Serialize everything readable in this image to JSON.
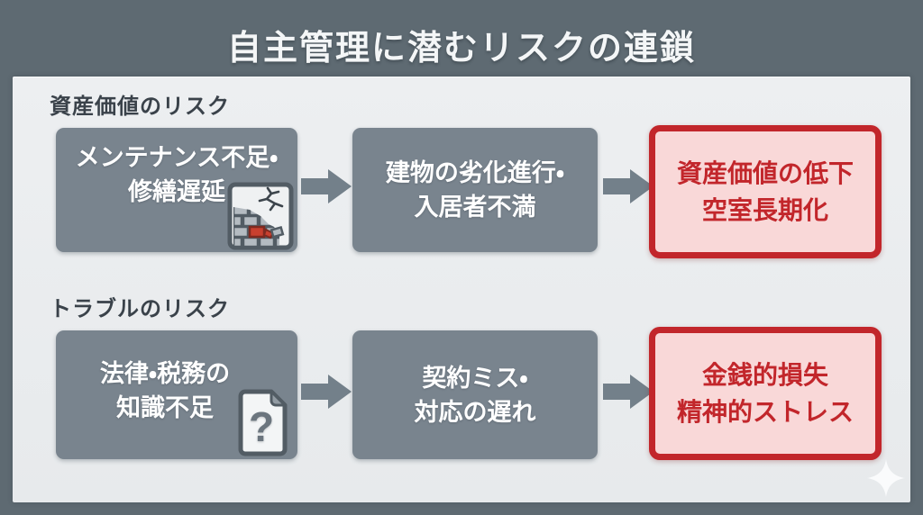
{
  "title": "自主管理に潜むリスクの連鎖",
  "colors": {
    "background": "#5e6a72",
    "panel": "#e9ebed",
    "box_fill": "#79848e",
    "box_text": "#ffffff",
    "header_text": "#3a424a",
    "alert_fill": "#f9d8d8",
    "alert_border": "#c2262b",
    "alert_text": "#c2262b",
    "arrow": "#73808a"
  },
  "sections": [
    {
      "header": "資産価値のリスク",
      "flow": [
        {
          "line1": "メンテナンス不足・",
          "line2": "修繕遅延",
          "icon": "cracked-wall-icon"
        },
        {
          "line1": "建物の劣化進行・",
          "line2": "入居者不満"
        },
        {
          "line1": "資産価値の低下",
          "line2": "空室長期化"
        }
      ]
    },
    {
      "header": "トラブルのリスク",
      "flow": [
        {
          "line1": "法律・税務の",
          "line2": "知識不足",
          "icon": "document-question-icon"
        },
        {
          "line1": "契約ミス・",
          "line2": "対応の遅れ"
        },
        {
          "line1": "金銭的損失",
          "line2": "精神的ストレス"
        }
      ]
    }
  ],
  "icons": {
    "question_glyph": "?"
  }
}
